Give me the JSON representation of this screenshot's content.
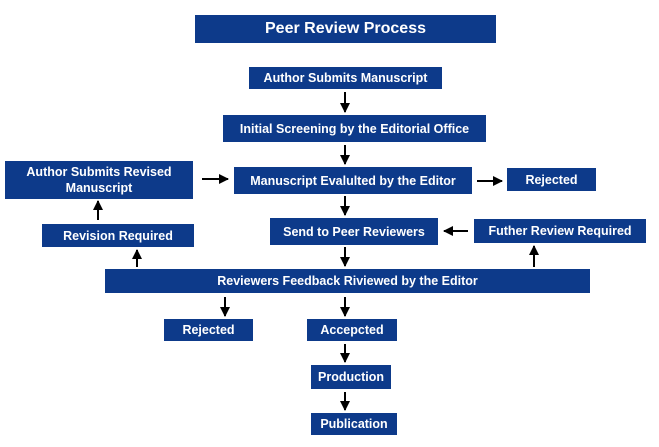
{
  "title": "Peer Review Process",
  "nodes": {
    "author_submits": "Author Submits Manuscript",
    "initial_screening": "Initial Screening by the Editorial Office",
    "author_submits_revised": "Author Submits Revised Manuscript",
    "manuscript_evaluated": "Manuscript Evalulted by the Editor",
    "rejected_top": "Rejected",
    "revision_required": "Revision Required",
    "send_to_peer": "Send to Peer Reviewers",
    "further_review": "Futher Review Required",
    "reviewers_feedback": "Reviewers Feedback Riviewed by the Editor",
    "rejected_bottom": "Rejected",
    "accepted": "Accepcted",
    "production": "Production",
    "publication": "Publication"
  },
  "colors": {
    "box_fill": "#0d3a8a",
    "box_text": "#ffffff",
    "arrow": "#000000"
  }
}
